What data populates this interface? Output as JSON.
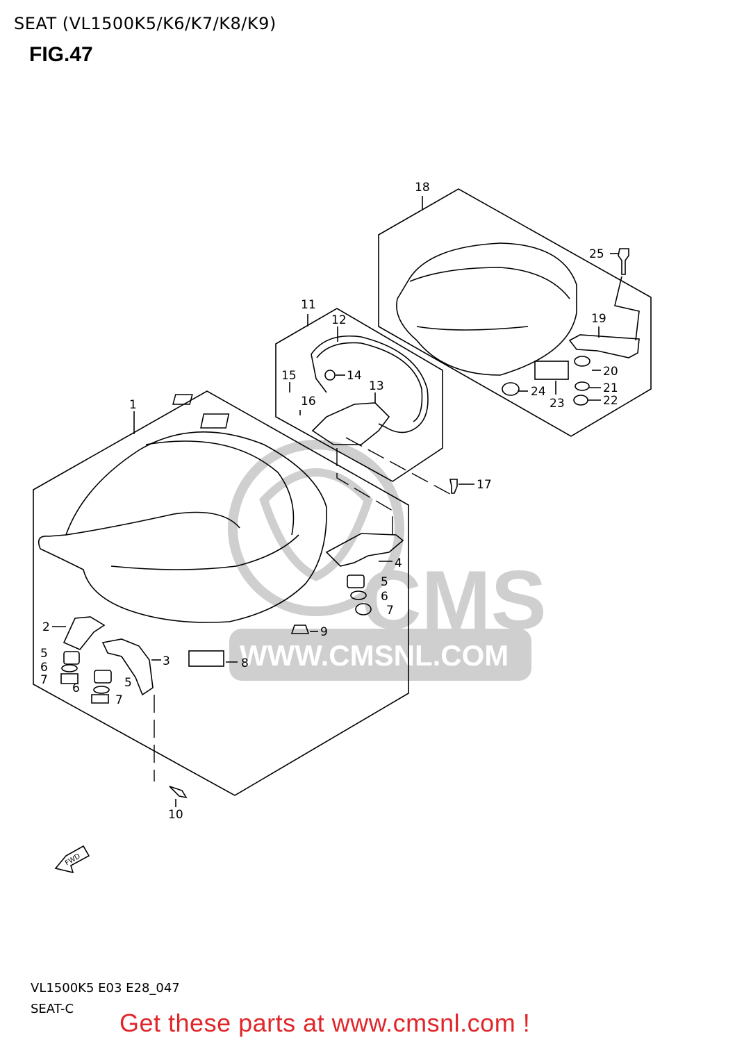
{
  "header": {
    "title": "SEAT (VL1500K5/K6/K7/K8/K9)",
    "figure_label": "FIG.47"
  },
  "callouts": [
    "1",
    "2",
    "3",
    "4",
    "5",
    "6",
    "7",
    "8",
    "9",
    "10",
    "11",
    "12",
    "13",
    "14",
    "15",
    "16",
    "17",
    "18",
    "19",
    "20",
    "21",
    "22",
    "23",
    "24",
    "25"
  ],
  "repeat_callouts": {
    "left_stack_5": "5",
    "left_stack_6": "6",
    "left_stack_7": "7",
    "mid_stack_5": "5",
    "mid_stack_6": "6",
    "mid_stack_7": "7",
    "right_stack_5": "5",
    "right_stack_6": "6",
    "right_stack_7": "7"
  },
  "fwd_label": "FWD",
  "watermark": {
    "brand": "CMS",
    "url": "WWW.CMSNL.COM"
  },
  "footer": {
    "diagram_code": "VL1500K5 E03 E28_047",
    "section": "SEAT-C",
    "promo": "Get these parts at www.cmsnl.com !"
  },
  "colors": {
    "line": "#000000",
    "watermark": "#c8c8c8",
    "promo": "#e0262a"
  }
}
